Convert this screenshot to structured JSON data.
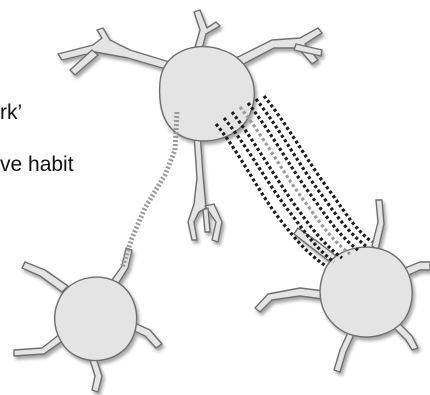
{
  "labels": {
    "line1": "rk’",
    "line2": "ve habit"
  },
  "colors": {
    "neuron_fill": "#e4e4e4",
    "neuron_stroke": "#6e6e6e",
    "fiber_dark": "#1c1c1c",
    "fiber_light": "#9a9a9a",
    "background": "#ffffff"
  },
  "elements": {
    "neurons": [
      "neuron-top",
      "neuron-bottom-left",
      "neuron-bottom-right"
    ],
    "pathways": [
      "weak-pathway",
      "strong-pathway-bundle"
    ]
  }
}
